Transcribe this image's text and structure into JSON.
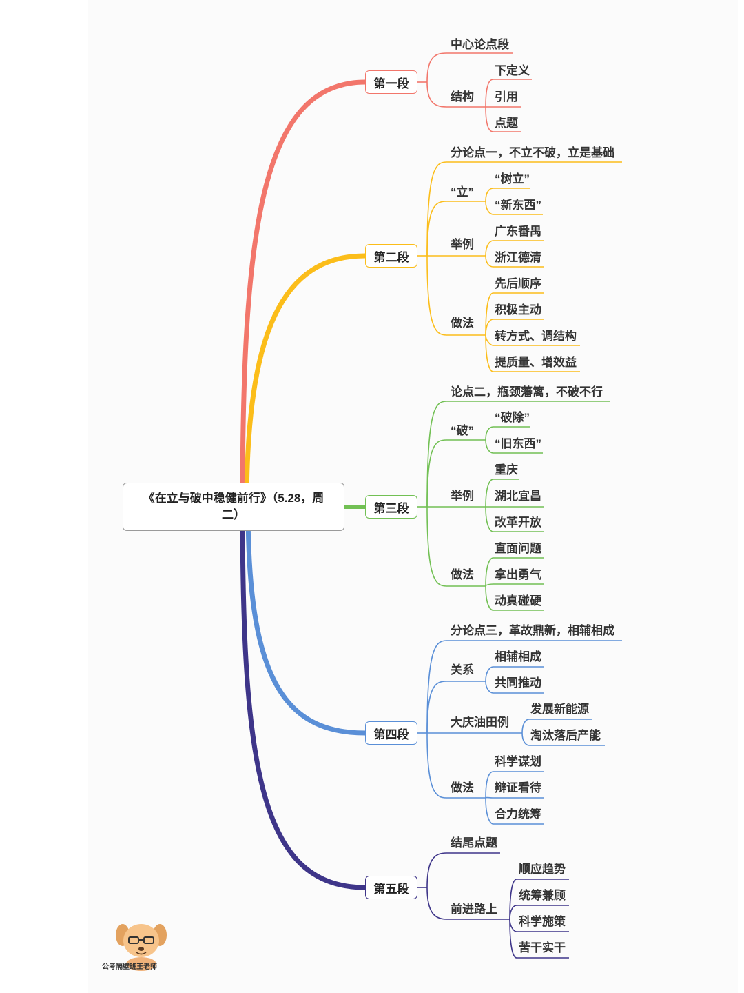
{
  "root": {
    "title_line1": "《在立与破中稳健前行》（5.28，周",
    "title_line2": "二）"
  },
  "colors": {
    "b1": "#f2766b",
    "b2": "#fbbd1a",
    "b3": "#72c054",
    "b4": "#5a8fd7",
    "b5": "#3e3589"
  },
  "branches": [
    {
      "label": "第一段",
      "children": [
        {
          "label": "中心论点段"
        },
        {
          "label": "结构",
          "children": [
            {
              "label": "下定义"
            },
            {
              "label": "引用"
            },
            {
              "label": "点题"
            }
          ]
        }
      ]
    },
    {
      "label": "第二段",
      "children": [
        {
          "label": "分论点一，不立不破，立是基础"
        },
        {
          "label": "“立”",
          "children": [
            {
              "label": "“树立”"
            },
            {
              "label": "“新东西”"
            }
          ]
        },
        {
          "label": "举例",
          "children": [
            {
              "label": "广东番禺"
            },
            {
              "label": "浙江德清"
            }
          ]
        },
        {
          "label": "做法",
          "children": [
            {
              "label": "先后顺序"
            },
            {
              "label": "积极主动"
            },
            {
              "label": "转方式、调结构"
            },
            {
              "label": "提质量、增效益"
            }
          ]
        }
      ]
    },
    {
      "label": "第三段",
      "children": [
        {
          "label": "论点二，瓶颈藩篱，不破不行"
        },
        {
          "label": "“破”",
          "children": [
            {
              "label": "“破除”"
            },
            {
              "label": "“旧东西”"
            }
          ]
        },
        {
          "label": "举例",
          "children": [
            {
              "label": "重庆"
            },
            {
              "label": "湖北宜昌"
            },
            {
              "label": "改革开放"
            }
          ]
        },
        {
          "label": "做法",
          "children": [
            {
              "label": "直面问题"
            },
            {
              "label": "拿出勇气"
            },
            {
              "label": "动真碰硬"
            }
          ]
        }
      ]
    },
    {
      "label": "第四段",
      "children": [
        {
          "label": "分论点三，革故鼎新，相辅相成"
        },
        {
          "label": "关系",
          "children": [
            {
              "label": "相辅相成"
            },
            {
              "label": "共同推动"
            }
          ]
        },
        {
          "label": "大庆油田例",
          "children": [
            {
              "label": "发展新能源"
            },
            {
              "label": "淘汰落后产能"
            }
          ]
        },
        {
          "label": "做法",
          "children": [
            {
              "label": "科学谋划"
            },
            {
              "label": "辩证看待"
            },
            {
              "label": "合力统筹"
            }
          ]
        }
      ]
    },
    {
      "label": "第五段",
      "children": [
        {
          "label": "结尾点题"
        },
        {
          "label": "前进路上",
          "children": [
            {
              "label": "顺应趋势"
            },
            {
              "label": "统筹兼顾"
            },
            {
              "label": "科学施策"
            },
            {
              "label": "苦干实干"
            }
          ]
        }
      ]
    }
  ],
  "watermark": {
    "text": "公考隔壁班王老师",
    "icon": "dog-teacher-icon"
  }
}
